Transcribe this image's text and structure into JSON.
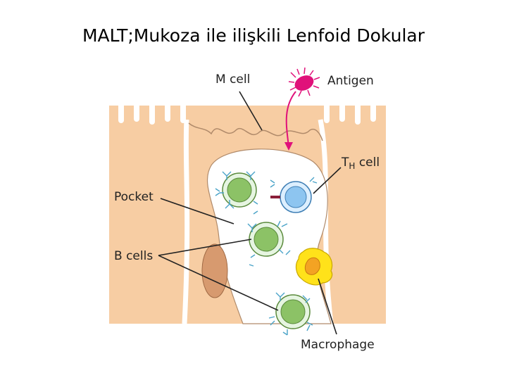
{
  "title": "MALT;Mukoza ile ilişkili Lenfoid Dokular",
  "labels": {
    "m_cell": "M cell",
    "antigen": "Antigen",
    "th_cell_main": "T",
    "th_cell_sub": "H",
    "th_cell_rest": " cell",
    "pocket": "Pocket",
    "b_cells": "B cells",
    "macrophage": "Macrophage"
  },
  "colors": {
    "tissue": "#f7cda3",
    "tissue_stroke": "#b08a6a",
    "pocket": "#ffffff",
    "antigen": "#e0117a",
    "b_cell_outer": "#e6f5e1",
    "b_cell_inner": "#8cc266",
    "th_cell_outer": "#dcefff",
    "th_cell_inner": "#8dc5f0",
    "macrophage": "#ffe21a",
    "macrophage_nucleus": "#f3a323",
    "antibody": "#4aa3c8",
    "nucleus_cell": "#d79a6f"
  }
}
